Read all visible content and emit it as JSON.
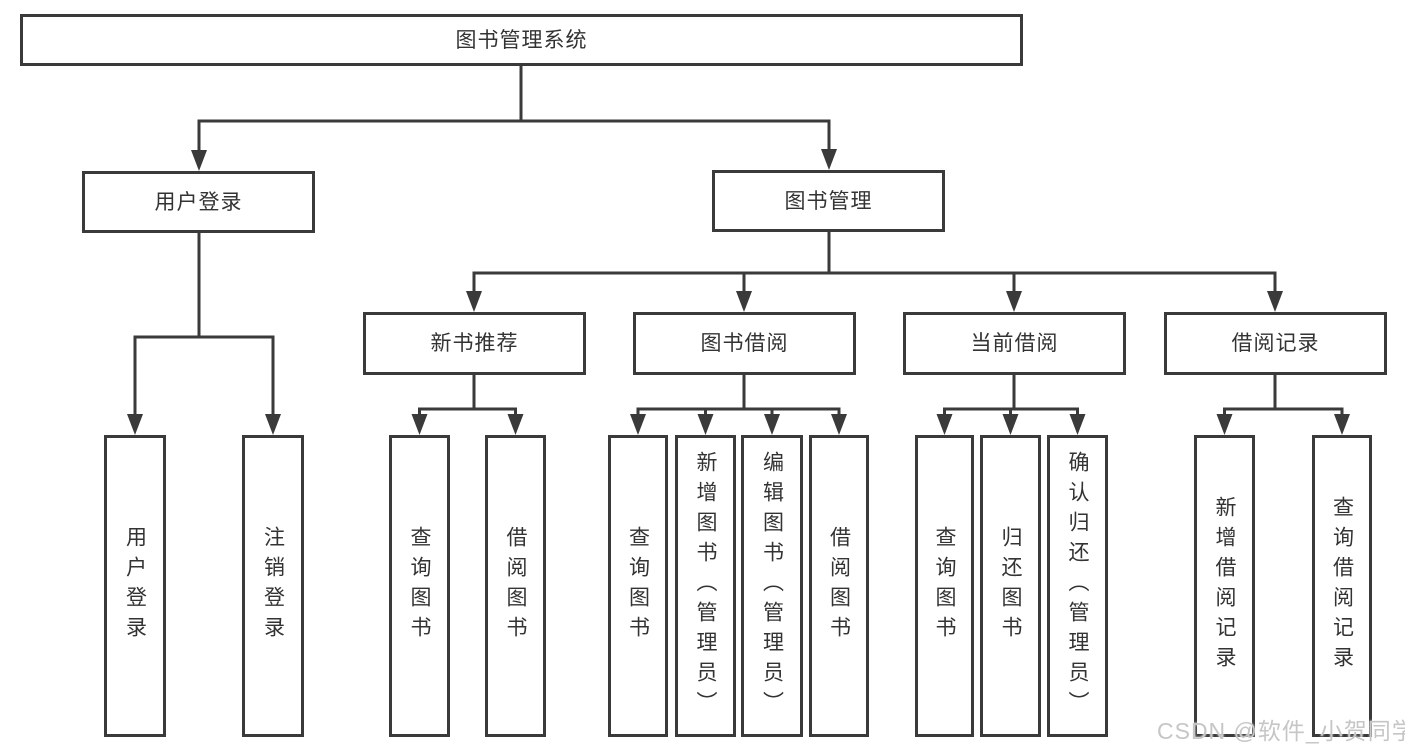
{
  "nodes": {
    "root": "图书管理系统",
    "user_login": "用户登录",
    "book_management": "图书管理",
    "new_book_recommend": "新书推荐",
    "book_borrow": "图书借阅",
    "current_borrow": "当前借阅",
    "borrow_records": "借阅记录"
  },
  "leaves": {
    "user_login_children": [
      "用户登录",
      "注销登录"
    ],
    "new_book_children": [
      "查询图书",
      "借阅图书"
    ],
    "book_borrow_children": [
      "查询图书",
      "新增图书（管理员）",
      "编辑图书（管理员）",
      "借阅图书"
    ],
    "current_borrow_children": [
      "查询图书",
      "归还图书",
      "确认归还（管理员）"
    ],
    "borrow_records_children": [
      "新增借阅记录",
      "查询借阅记录"
    ]
  },
  "watermark": "CSDN @软件_小贺同学",
  "colors": {
    "line": "#3a3a3a",
    "text": "#333333",
    "background": "#ffffff",
    "watermark": "#c6c6c6"
  }
}
